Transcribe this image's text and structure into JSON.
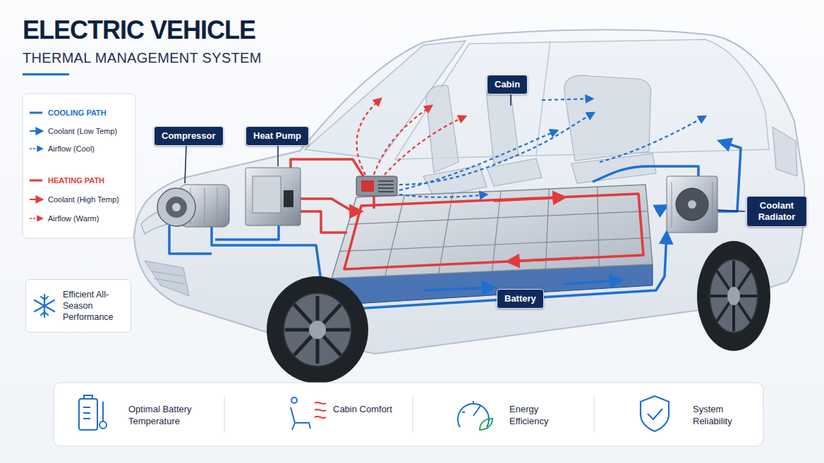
{
  "diagram": {
    "title": "ELECTRIC VEHICLE",
    "nodes": [
      {
        "text": [
          "Cabin"
        ]
      },
      {
        "text": [
          "Compressor"
        ]
      },
      {
        "text": [
          "Heat Pump"
        ]
      },
      {
        "text": [
          "Coolant Radiator"
        ]
      },
      {
        "text": [
          "Efficient All-Season Performance"
        ]
      },
      {
        "text": [
          "Battery"
        ]
      }
    ],
    "labels": [
      "THERMAL MANAGEMENT SYSTEM",
      "Optimal Battery Temperature",
      "Cabin Comfort",
      "Energy Efficiency",
      "System Reliability"
    ],
    "legend": [
      {
        "text": "COOLING PATH"
      },
      {
        "text": "Coolant (Low Temp)"
      },
      {
        "text": "Airflow (Cool)"
      },
      {
        "text": "HEATING PATH"
      },
      {
        "text": "Coolant (High Temp)"
      },
      {
        "text": "Airflow (Warm)"
      }
    ]
  }
}
